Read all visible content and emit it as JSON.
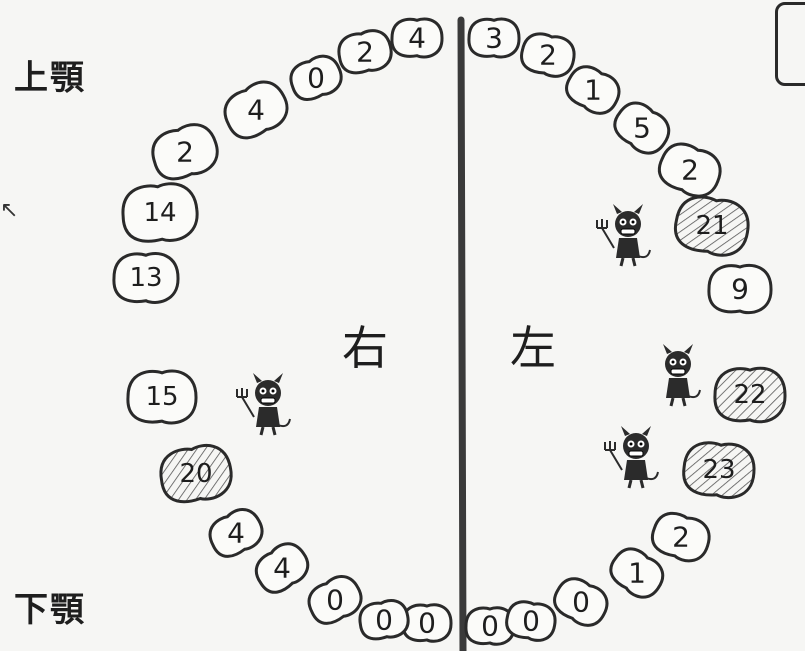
{
  "labels": {
    "upper_jaw": "上顎",
    "lower_jaw": "下顎",
    "right_side": "右",
    "left_side": "左"
  },
  "colors": {
    "outline": "#2a2a2a",
    "divider": "#3a3a3a",
    "shaded_tooth_hatch": "#555555",
    "background": "#f6f6f4"
  },
  "teeth": {
    "upper_right": [
      {
        "value": "4",
        "shaded": false
      },
      {
        "value": "2",
        "shaded": false
      },
      {
        "value": "0",
        "shaded": false
      },
      {
        "value": "4",
        "shaded": false
      },
      {
        "value": "2",
        "shaded": false
      },
      {
        "value": "14",
        "shaded": false
      },
      {
        "value": "13",
        "shaded": false
      }
    ],
    "upper_left": [
      {
        "value": "3",
        "shaded": false
      },
      {
        "value": "2",
        "shaded": false
      },
      {
        "value": "1",
        "shaded": false
      },
      {
        "value": "5",
        "shaded": false
      },
      {
        "value": "2",
        "shaded": false
      },
      {
        "value": "21",
        "shaded": true
      },
      {
        "value": "9",
        "shaded": false
      }
    ],
    "lower_right": [
      {
        "value": "0",
        "shaded": false
      },
      {
        "value": "0",
        "shaded": false
      },
      {
        "value": "0",
        "shaded": false
      },
      {
        "value": "4",
        "shaded": false
      },
      {
        "value": "4",
        "shaded": false
      },
      {
        "value": "20",
        "shaded": true
      },
      {
        "value": "15",
        "shaded": false
      }
    ],
    "lower_left": [
      {
        "value": "0",
        "shaded": false
      },
      {
        "value": "0",
        "shaded": false
      },
      {
        "value": "0",
        "shaded": false
      },
      {
        "value": "1",
        "shaded": false
      },
      {
        "value": "2",
        "shaded": false
      },
      {
        "value": "23",
        "shaded": true
      },
      {
        "value": "22",
        "shaded": true
      }
    ]
  },
  "mascots": [
    {
      "icon": "devil-with-pitchfork-icon",
      "side": "right",
      "near": "15"
    },
    {
      "icon": "devil-with-pitchfork-icon",
      "side": "left",
      "near": "21"
    },
    {
      "icon": "devil-icon",
      "side": "left",
      "near": "22"
    },
    {
      "icon": "devil-with-pitchfork-icon",
      "side": "left",
      "near": "23"
    }
  ]
}
